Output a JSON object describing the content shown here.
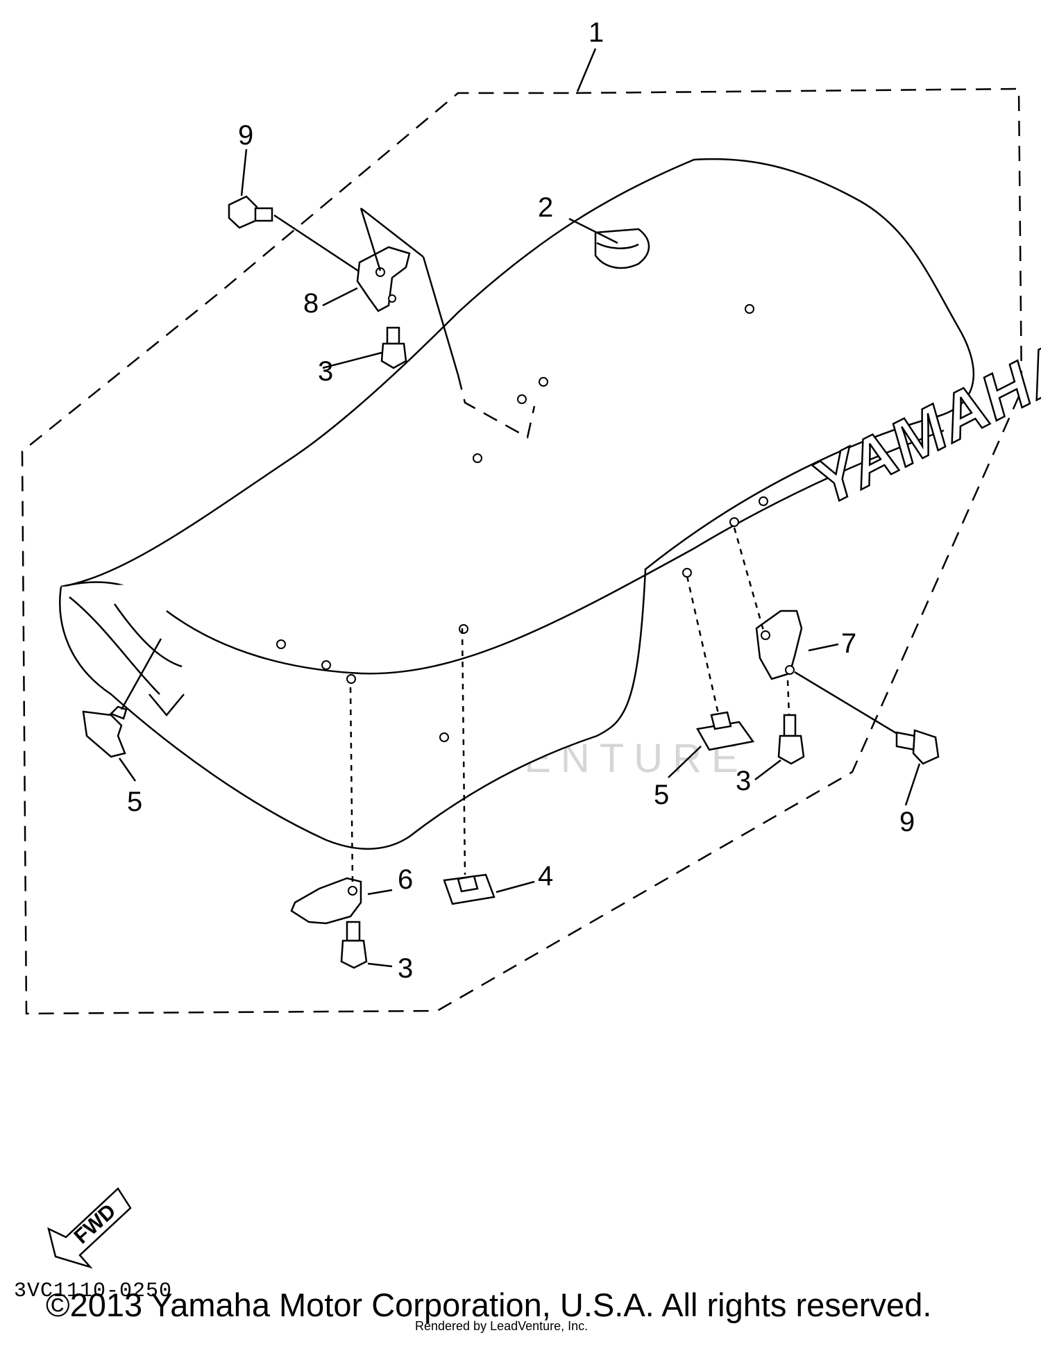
{
  "diagram": {
    "brand_logo": "YAMAHA",
    "callouts": {
      "c1": "1",
      "c2": "2",
      "c3a": "3",
      "c3b": "3",
      "c3c": "3",
      "c4": "4",
      "c5a": "5",
      "c5b": "5",
      "c6": "6",
      "c7": "7",
      "c8": "8",
      "c9a": "9",
      "c9b": "9"
    },
    "fwd_label": "FWD",
    "part_number": "3VC1110-0250",
    "watermark": "LEADVENTURE"
  },
  "footer": {
    "copyright": "©2013 Yamaha Motor Corporation, U.S.A. All rights reserved.",
    "rendered_by": "Rendered by LeadVenture, Inc."
  }
}
